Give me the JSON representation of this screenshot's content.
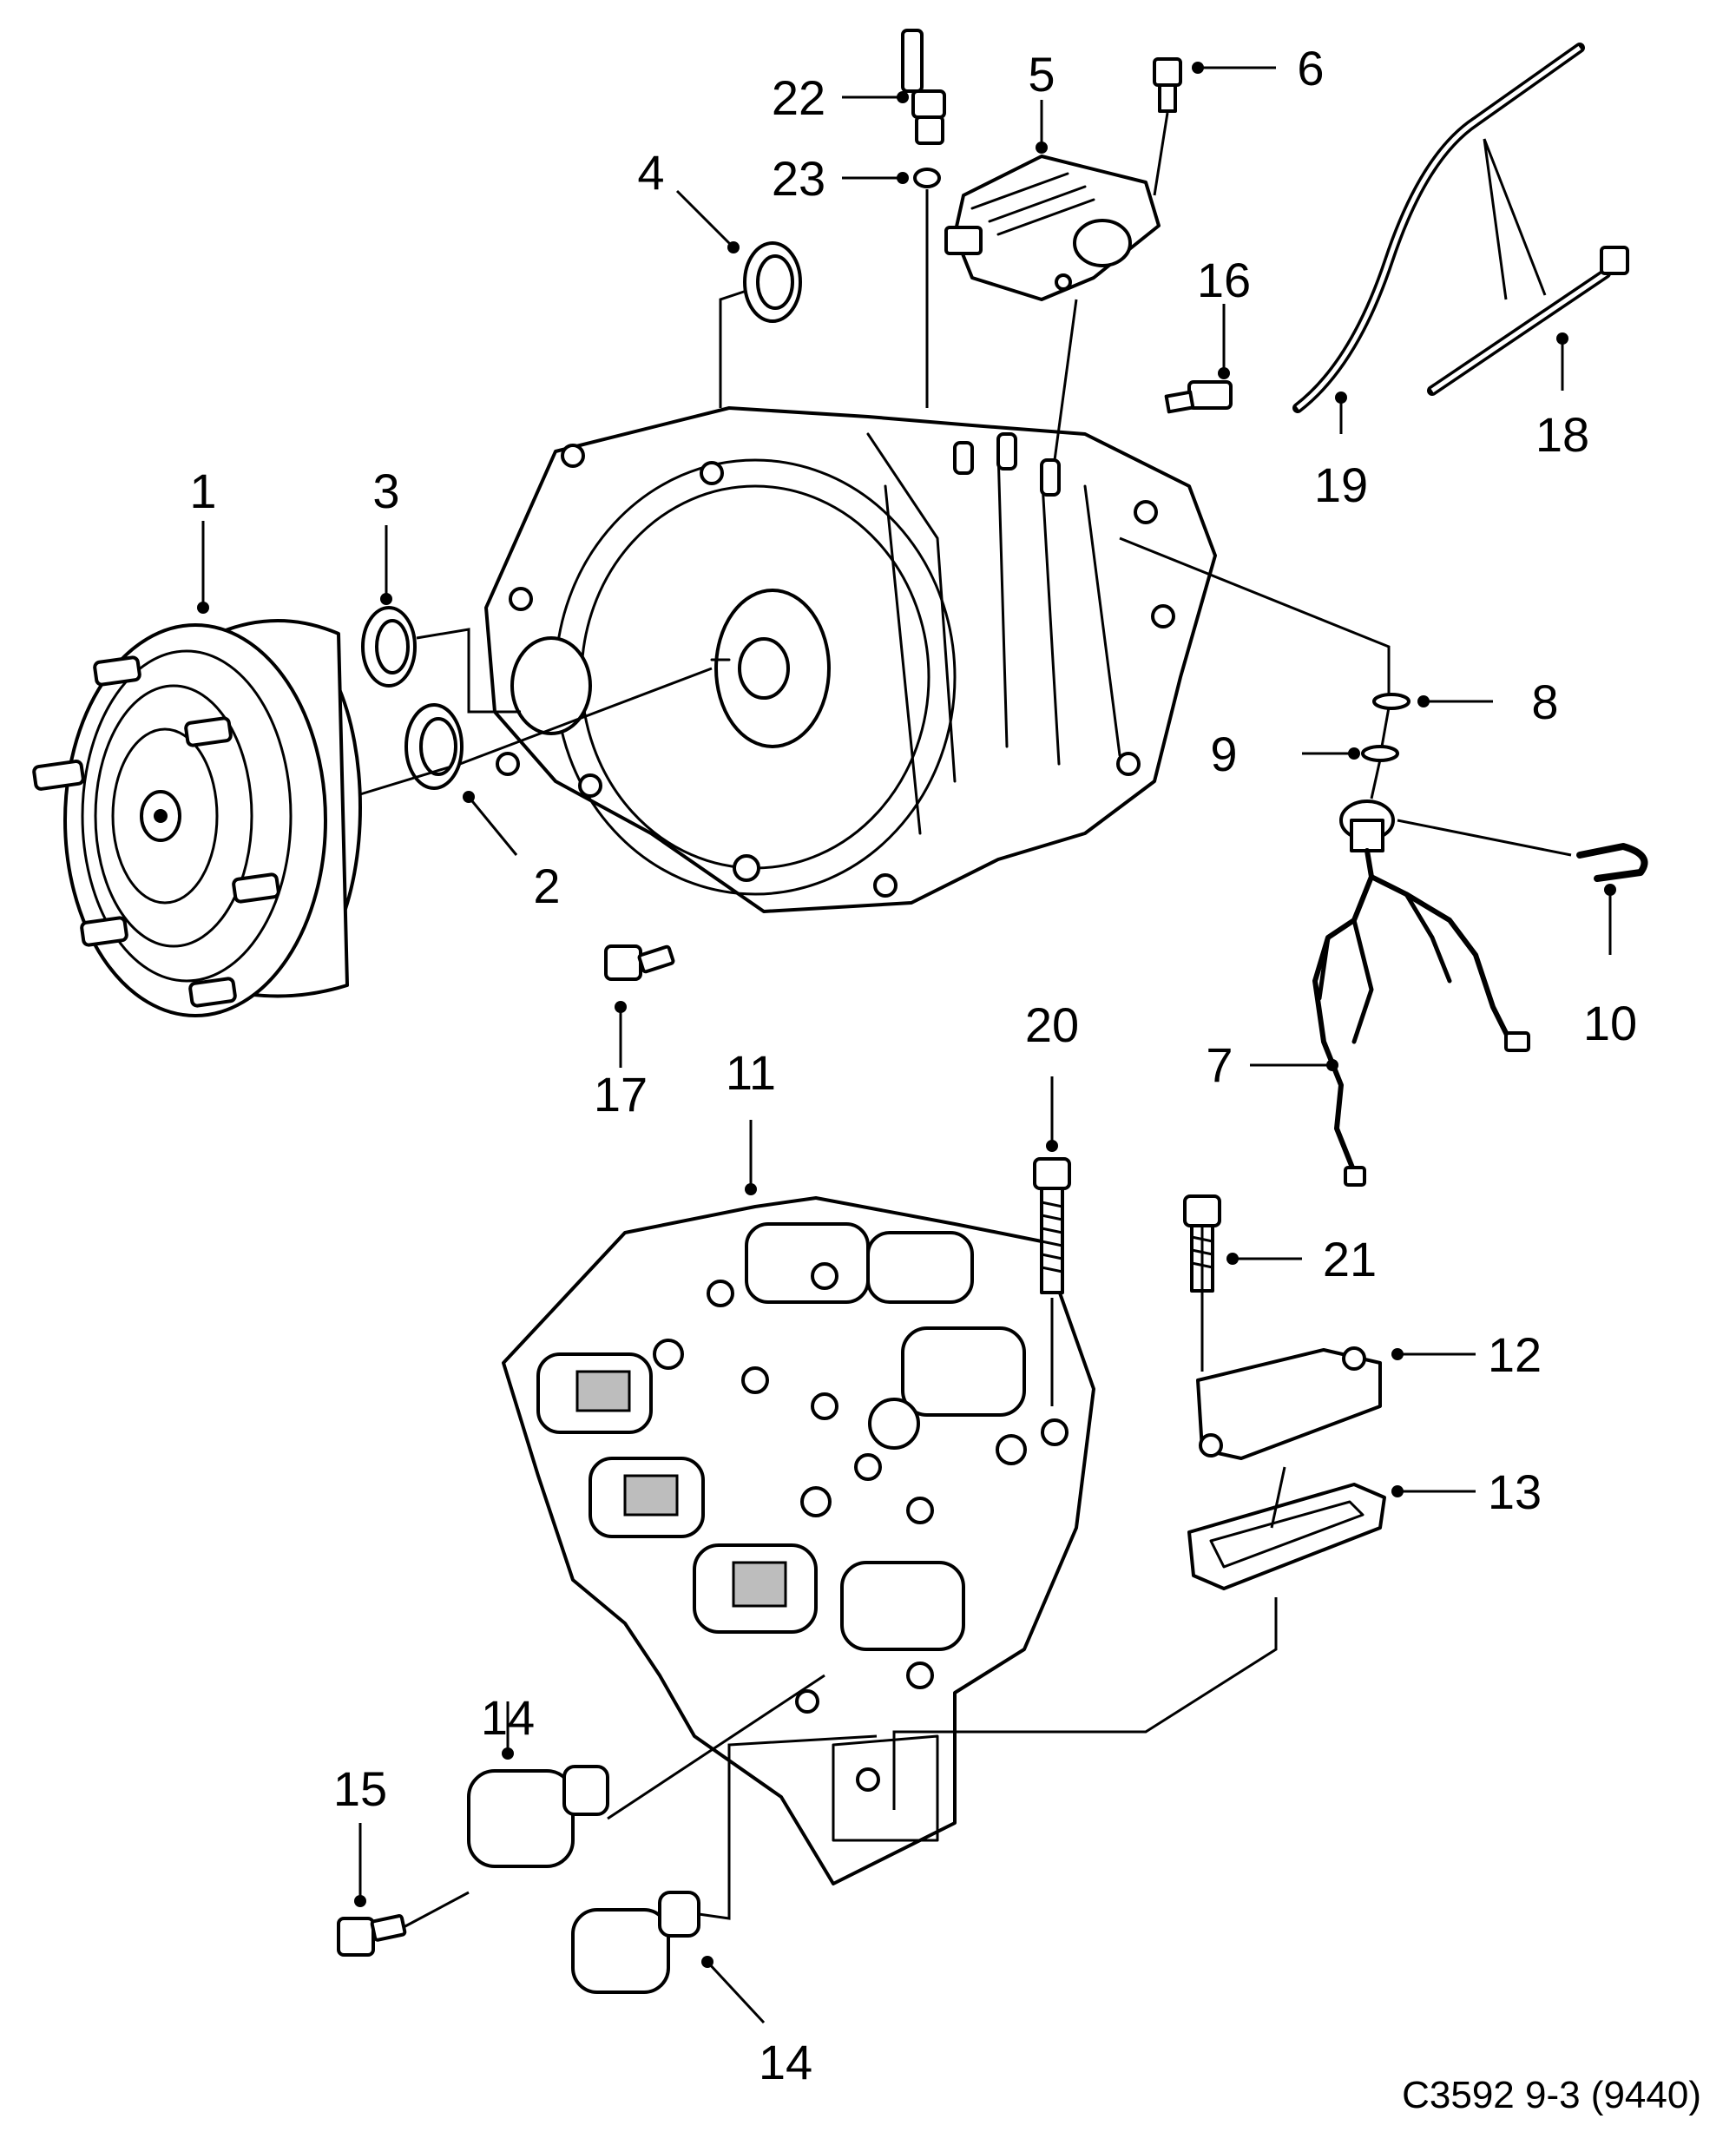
{
  "colors": {
    "line": "#000000",
    "background": "#ffffff",
    "shade": "#bdbdbd"
  },
  "callouts": [
    {
      "id": "1",
      "label": "1"
    },
    {
      "id": "2",
      "label": "2"
    },
    {
      "id": "3",
      "label": "3"
    },
    {
      "id": "4",
      "label": "4"
    },
    {
      "id": "5",
      "label": "5"
    },
    {
      "id": "6",
      "label": "6"
    },
    {
      "id": "7",
      "label": "7"
    },
    {
      "id": "8",
      "label": "8"
    },
    {
      "id": "9",
      "label": "9"
    },
    {
      "id": "10",
      "label": "10"
    },
    {
      "id": "11",
      "label": "11"
    },
    {
      "id": "12",
      "label": "12"
    },
    {
      "id": "13",
      "label": "13"
    },
    {
      "id": "14a",
      "label": "14"
    },
    {
      "id": "14b",
      "label": "14"
    },
    {
      "id": "15",
      "label": "15"
    },
    {
      "id": "16",
      "label": "16"
    },
    {
      "id": "17",
      "label": "17"
    },
    {
      "id": "18",
      "label": "18"
    },
    {
      "id": "19",
      "label": "19"
    },
    {
      "id": "20",
      "label": "20"
    },
    {
      "id": "21",
      "label": "21"
    },
    {
      "id": "22",
      "label": "22"
    },
    {
      "id": "23",
      "label": "23"
    }
  ],
  "reference": "C3592 9-3 (9440)"
}
